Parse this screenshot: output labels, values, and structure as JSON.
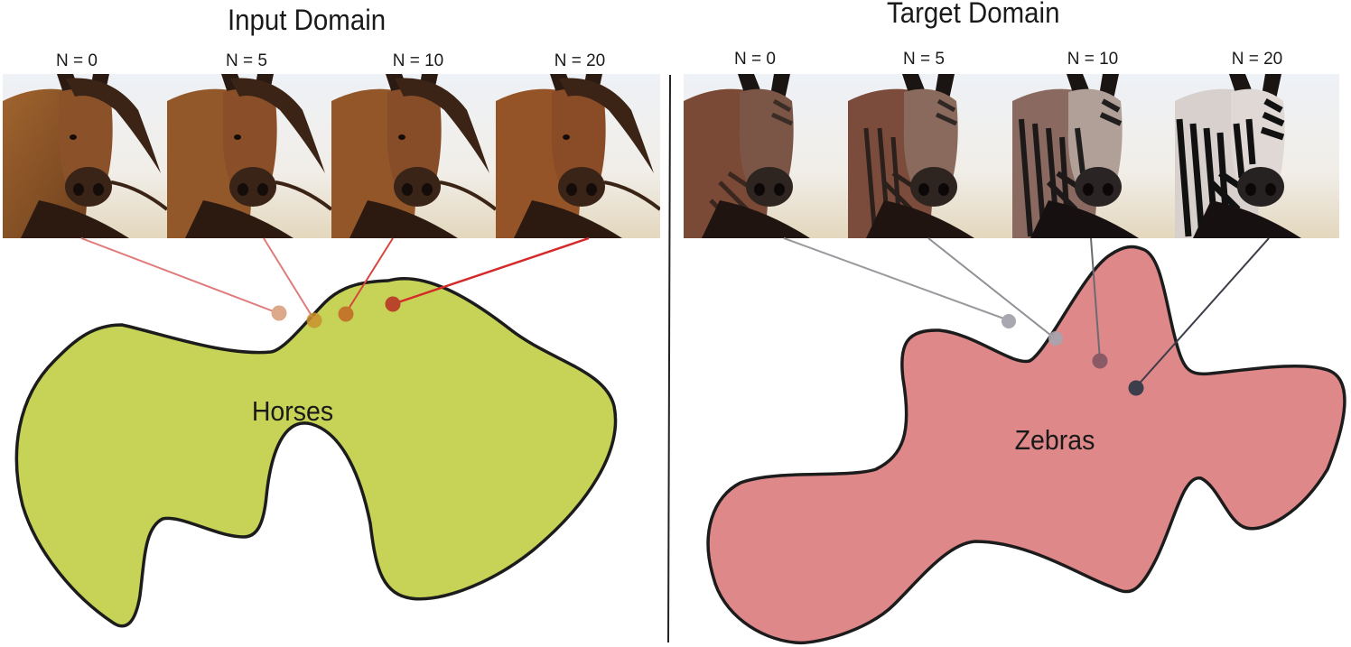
{
  "left_panel": {
    "title": "Input Domain",
    "region_label": "Horses",
    "region_color": "#c7d356",
    "thumbnails": [
      {
        "label": "N = 0",
        "subject": "horse"
      },
      {
        "label": "N = 5",
        "subject": "horse"
      },
      {
        "label": "N = 10",
        "subject": "horse"
      },
      {
        "label": "N = 20",
        "subject": "horse"
      }
    ],
    "points": [
      {
        "step": "N = 0",
        "color": "#dca98a",
        "line_color": "#e07b7b"
      },
      {
        "step": "N = 5",
        "color": "#c8902e",
        "line_color": "#e07b7b"
      },
      {
        "step": "N = 10",
        "color": "#c2772a",
        "line_color": "#d8453c"
      },
      {
        "step": "N = 20",
        "color": "#b9452a",
        "line_color": "#d42a2a"
      }
    ]
  },
  "right_panel": {
    "title": "Target Domain",
    "region_label": "Zebras",
    "region_color": "#de888a",
    "thumbnails": [
      {
        "label": "N = 0",
        "subject": "horse-to-zebra"
      },
      {
        "label": "N = 5",
        "subject": "horse-to-zebra"
      },
      {
        "label": "N = 10",
        "subject": "horse-to-zebra"
      },
      {
        "label": "N = 20",
        "subject": "zebra"
      }
    ],
    "points": [
      {
        "step": "N = 0",
        "color": "#a9a8b0",
        "line_color": "#9a9a9e"
      },
      {
        "step": "N = 5",
        "color": "#a7a5ae",
        "line_color": "#8f8f95"
      },
      {
        "step": "N = 10",
        "color": "#8a5b66",
        "line_color": "#6e6a72"
      },
      {
        "step": "N = 20",
        "color": "#3d3d4c",
        "line_color": "#3d3d48"
      }
    ]
  },
  "divider_color": "#222222"
}
